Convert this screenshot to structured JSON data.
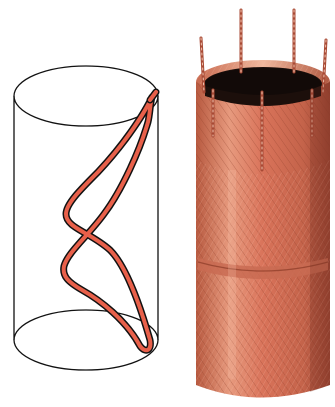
{
  "figure": {
    "panels": [
      {
        "id": "line-drawing",
        "outline_color": "#111111",
        "coil_color": "#e8604a"
      },
      {
        "id": "wound-coil-photo",
        "copper_light": "#f2b49a",
        "copper_mid": "#d9735a",
        "copper_dark": "#a84a35",
        "interior_color": "#1a0f0c",
        "lead_count": 5
      }
    ]
  }
}
